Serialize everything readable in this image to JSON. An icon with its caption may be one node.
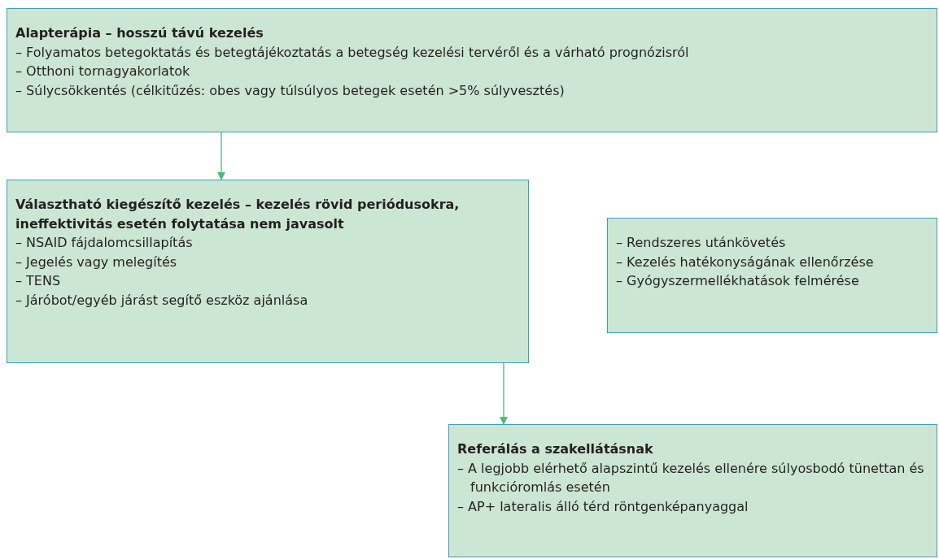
{
  "diagram": {
    "nodes": [
      {
        "text": [
          "Alapterápia – hosszú távú kezelés",
          "– Folyamatos betegoktatás és betegtájékoztatás a betegség kezelési tervéről és a várható prognózisról",
          "– Otthoni tornagyakorlatok",
          "– Súlycsökkentés (célkitűzés: obes vagy túlsúlyos betegek esetén >5% súlyvesztés)"
        ]
      },
      {
        "text": [
          "Választható kiegészítő kezelés – kezelés rövid periódusokra, ineffektivitás esetén folytatása nem javasolt",
          "– NSAID fájdalomcsillapítás",
          "– Jegelés vagy melegítés",
          "– TENS",
          "– Járóbot/egyéb járást segítő eszköz ajánlása"
        ]
      },
      {
        "text": [
          "– Rendszeres utánkövetés",
          "– Kezelés hatékonyságának ellenőrzése",
          "– Gyógyszermellékhatások felmérése"
        ]
      },
      {
        "text": [
          "Referálás a szakellátásnak",
          "– A legjobb elérhető alapszintű kezelés ellenére súlyosbodó tünettan és funkcióromlás esetén",
          "– AP+ lateralis álló térd röntgenképanyaggal"
        ]
      }
    ],
    "edges": [
      {
        "from": 0,
        "to": 1,
        "arrow": "to"
      },
      {
        "from": 1,
        "to": 3,
        "arrow": "to"
      }
    ]
  }
}
